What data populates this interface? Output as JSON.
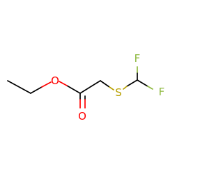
{
  "molecule": {
    "atoms": {
      "oxygen_ester": "O",
      "oxygen_carbonyl": "O",
      "sulfur": "S",
      "fluorine_top": "F",
      "fluorine_right": "F"
    },
    "colors": {
      "carbon_bond": "#000000",
      "oxygen": "#ff0000",
      "sulfur": "#b8a000",
      "fluorine": "#8db83d"
    }
  }
}
